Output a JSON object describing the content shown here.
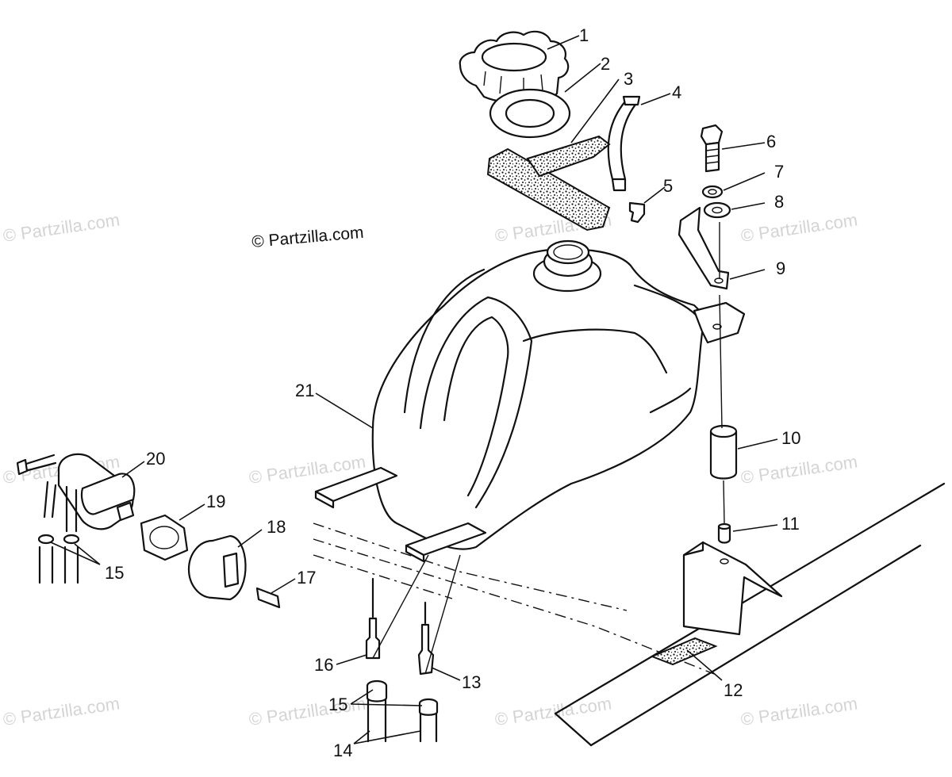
{
  "copyright": "© Partzilla.com",
  "watermark_text": "© Partzilla.com",
  "callouts": {
    "c1": "1",
    "c2": "2",
    "c3": "3",
    "c4": "4",
    "c5": "5",
    "c6": "6",
    "c7": "7",
    "c8": "8",
    "c9": "9",
    "c10": "10",
    "c11": "11",
    "c12": "12",
    "c13": "13",
    "c14": "14",
    "c15a": "15",
    "c15b": "15",
    "c16": "16",
    "c17": "17",
    "c18": "18",
    "c19": "19",
    "c20": "20",
    "c21": "21"
  }
}
